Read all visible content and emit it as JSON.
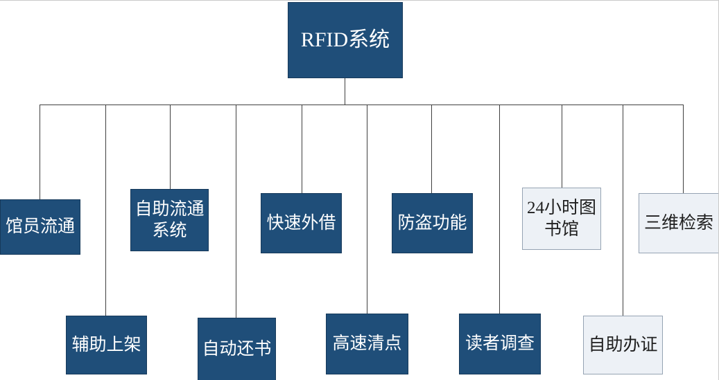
{
  "diagram": {
    "root": {
      "label": "RFID系统"
    },
    "nodes": [
      {
        "label": "馆员流通",
        "variant": "dark",
        "row": "top"
      },
      {
        "label": "自助流通系统",
        "variant": "dark",
        "row": "top"
      },
      {
        "label": "快速外借",
        "variant": "dark",
        "row": "top"
      },
      {
        "label": "防盗功能",
        "variant": "dark",
        "row": "top"
      },
      {
        "label": "24小时图书馆",
        "variant": "light",
        "row": "top"
      },
      {
        "label": "三维检索",
        "variant": "light",
        "row": "top"
      },
      {
        "label": "辅助上架",
        "variant": "dark",
        "row": "bottom"
      },
      {
        "label": "自动还书",
        "variant": "dark",
        "row": "bottom"
      },
      {
        "label": "高速清点",
        "variant": "dark",
        "row": "bottom"
      },
      {
        "label": "读者调查",
        "variant": "dark",
        "row": "bottom"
      },
      {
        "label": "自助办证",
        "variant": "light",
        "row": "bottom"
      }
    ],
    "colors": {
      "dark_fill": "#1f4e79",
      "dark_text": "#ffffff",
      "light_fill": "#edf1f6",
      "light_border": "#95a3b3",
      "connector": "#3f3f3f",
      "background": "#ffffff"
    }
  }
}
